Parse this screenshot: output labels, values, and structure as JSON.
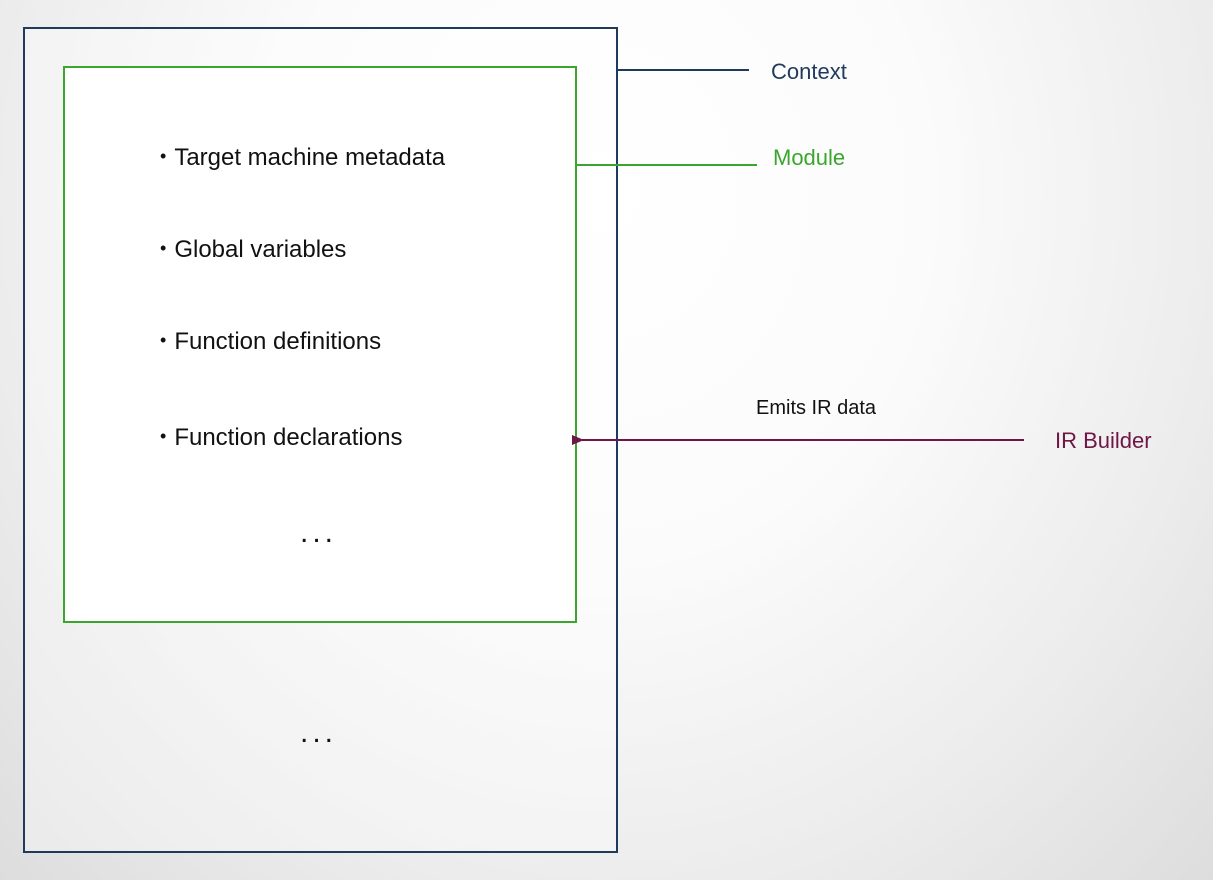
{
  "diagram": {
    "module_items": [
      "Target machine metadata",
      "Global variables",
      "Function definitions",
      "Function declarations"
    ],
    "bullet_char": "•",
    "module_ellipsis": "...",
    "context_ellipsis": "...",
    "labels": {
      "context": "Context",
      "module": "Module",
      "ir_builder": "IR Builder",
      "arrow_caption": "Emits IR data"
    },
    "colors": {
      "context": "#1f3b5c",
      "module": "#3aa62e",
      "ir_builder": "#6e1646",
      "text": "#111111"
    }
  }
}
